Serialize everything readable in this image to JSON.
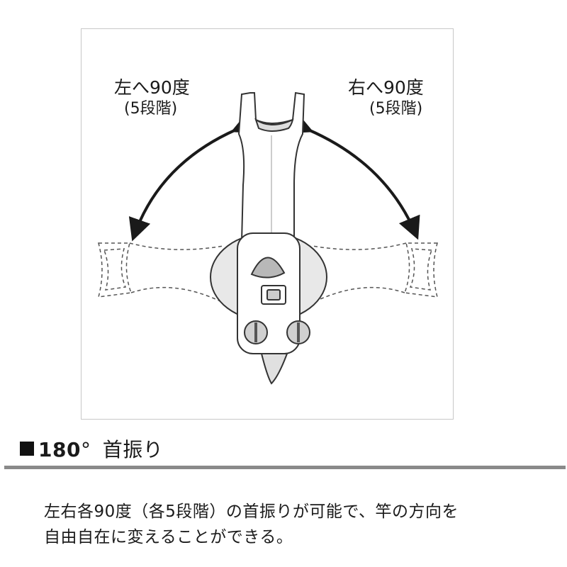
{
  "diagram": {
    "left_label": {
      "line1": "左へ90度",
      "line2": "(5段階)"
    },
    "right_label": {
      "line1": "右へ90度",
      "line2": "(5段階)"
    }
  },
  "section": {
    "heading_number": "180",
    "heading_degree": "°",
    "heading_text": "首振り"
  },
  "description": {
    "line1": "左右各90度（各5段階）の首振りが可能で、竿の方向を",
    "line2": "自由自在に変えることができる。"
  }
}
